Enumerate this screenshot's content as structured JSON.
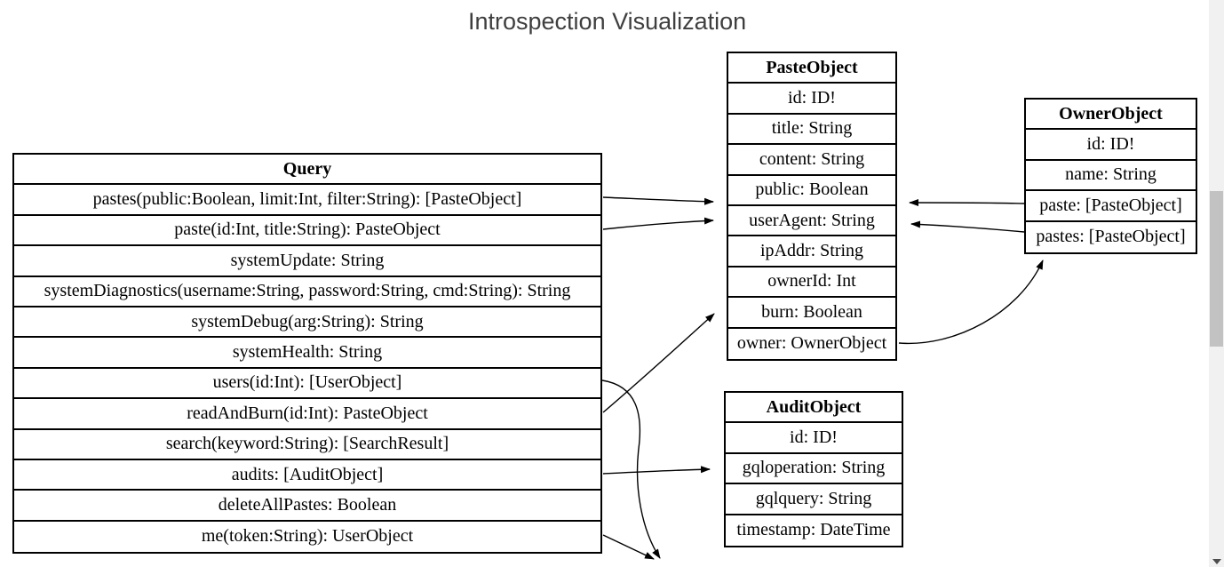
{
  "page": {
    "title": "Introspection Visualization"
  },
  "colors": {
    "entity_border": "#000000",
    "entity_text": "#000000",
    "title_text": "#3f3f3f",
    "arrow": "#000000",
    "scrollbar_track": "#f1f1f1",
    "scrollbar_thumb": "#c2c2c2"
  },
  "entities": [
    {
      "id": "query",
      "name": "Query",
      "fields": [
        "pastes(public:Boolean, limit:Int, filter:String): [PasteObject]",
        "paste(id:Int, title:String): PasteObject",
        "systemUpdate: String",
        "systemDiagnostics(username:String, password:String, cmd:String): String",
        "systemDebug(arg:String): String",
        "systemHealth: String",
        "users(id:Int): [UserObject]",
        "readAndBurn(id:Int): PasteObject",
        "search(keyword:String): [SearchResult]",
        "audits: [AuditObject]",
        "deleteAllPastes: Boolean",
        "me(token:String): UserObject"
      ]
    },
    {
      "id": "paste-object",
      "name": "PasteObject",
      "fields": [
        "id: ID!",
        "title: String",
        "content: String",
        "public: Boolean",
        "userAgent: String",
        "ipAddr: String",
        "ownerId: Int",
        "burn: Boolean",
        "owner: OwnerObject"
      ]
    },
    {
      "id": "owner-object",
      "name": "OwnerObject",
      "fields": [
        "id: ID!",
        "name: String",
        "paste: [PasteObject]",
        "pastes: [PasteObject]"
      ]
    },
    {
      "id": "audit-object",
      "name": "AuditObject",
      "fields": [
        "id: ID!",
        "gqloperation: String",
        "gqlquery: String",
        "timestamp: DateTime"
      ]
    }
  ],
  "relations": [
    {
      "from": "Query.pastes",
      "to": "PasteObject"
    },
    {
      "from": "Query.paste",
      "to": "PasteObject"
    },
    {
      "from": "Query.readAndBurn",
      "to": "PasteObject"
    },
    {
      "from": "Query.users",
      "to": "UserObject (below viewport)"
    },
    {
      "from": "Query.audits",
      "to": "AuditObject"
    },
    {
      "from": "Query.me",
      "to": "UserObject (below viewport)"
    },
    {
      "from": "OwnerObject.paste",
      "to": "PasteObject"
    },
    {
      "from": "OwnerObject.pastes",
      "to": "PasteObject"
    },
    {
      "from": "PasteObject.owner",
      "to": "OwnerObject"
    }
  ]
}
